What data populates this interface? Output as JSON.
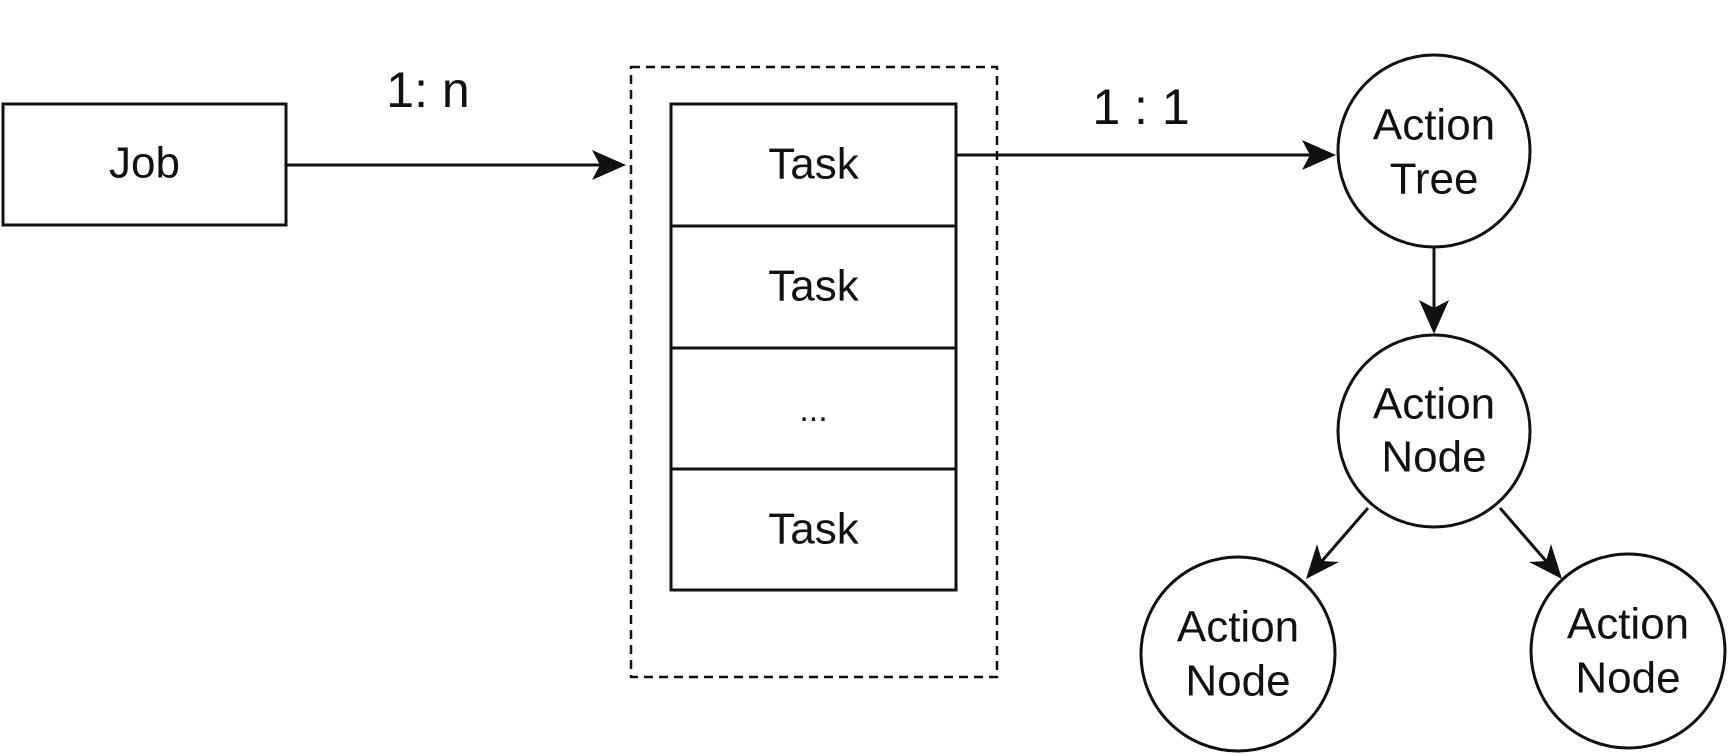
{
  "job": {
    "label": "Job"
  },
  "relations": {
    "job_to_tasks": "1: n",
    "task_to_tree": "1 : 1"
  },
  "tasks": [
    {
      "label": "Task"
    },
    {
      "label": "Task"
    },
    {
      "label": "..."
    },
    {
      "label": "Task"
    }
  ],
  "action_tree": {
    "line1": "Action",
    "line2": "Tree"
  },
  "action_node_root": {
    "line1": "Action",
    "line2": "Node"
  },
  "action_node_left": {
    "line1": "Action",
    "line2": "Node"
  },
  "action_node_right": {
    "line1": "Action",
    "line2": "Node"
  }
}
